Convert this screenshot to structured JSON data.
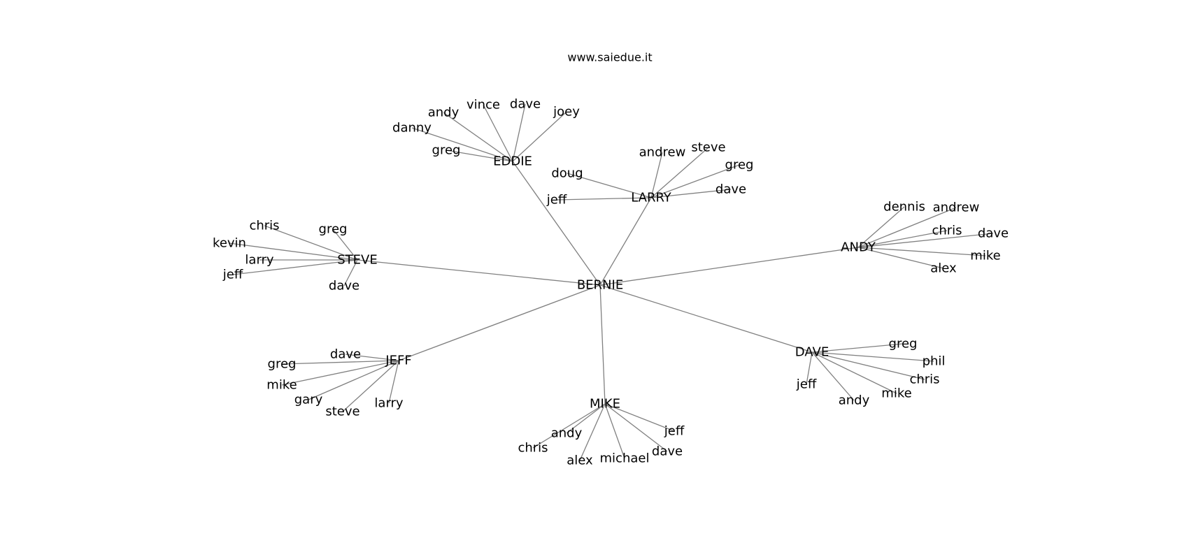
{
  "header": {
    "title": "www.saiedue.it"
  },
  "graph": {
    "root": "BERNIE",
    "groups": [
      {
        "hub": "EDDIE",
        "leaves": [
          "greg",
          "danny",
          "andy",
          "vince",
          "dave",
          "joey"
        ]
      },
      {
        "hub": "LARRY",
        "leaves": [
          "doug",
          "jeff",
          "andrew",
          "steve",
          "greg",
          "dave"
        ]
      },
      {
        "hub": "STEVE",
        "leaves": [
          "chris",
          "greg",
          "kevin",
          "larry",
          "jeff",
          "dave"
        ]
      },
      {
        "hub": "ANDY",
        "leaves": [
          "dennis",
          "andrew",
          "chris",
          "dave",
          "mike",
          "alex"
        ]
      },
      {
        "hub": "JEFF",
        "leaves": [
          "dave",
          "greg",
          "mike",
          "gary",
          "steve",
          "larry"
        ]
      },
      {
        "hub": "MIKE",
        "leaves": [
          "andy",
          "chris",
          "alex",
          "michael",
          "dave",
          "jeff"
        ]
      },
      {
        "hub": "DAVE",
        "leaves": [
          "greg",
          "phil",
          "chris",
          "mike",
          "andy",
          "jeff"
        ]
      }
    ]
  },
  "colors": {
    "edge": "#808080",
    "text": "#000000",
    "background": "#ffffff"
  }
}
